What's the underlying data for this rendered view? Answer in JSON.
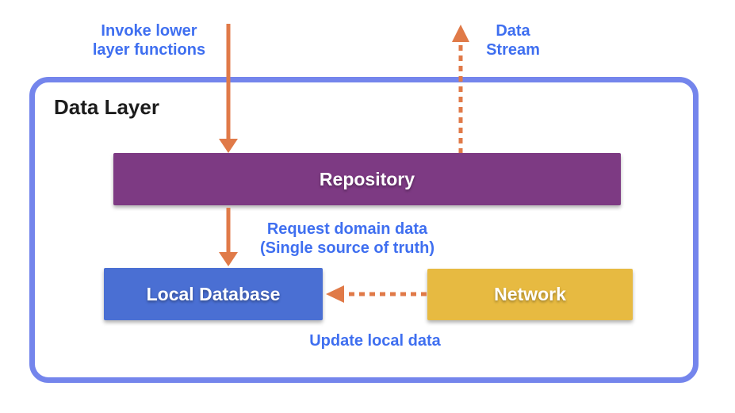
{
  "diagram": {
    "title": "Data Layer",
    "colors": {
      "container_border": "#7485ec",
      "repository_fill": "#7d3a83",
      "local_database_fill": "#4a6fd3",
      "network_fill": "#e7ba41",
      "arrow": "#e07a48",
      "annotation_text": "#3f6ff0",
      "node_text": "#ffffff",
      "title_text": "#1c1c1c"
    },
    "nodes": {
      "repository": "Repository",
      "local_database": "Local Database",
      "network": "Network"
    },
    "annotations": {
      "invoke_line1": "Invoke lower",
      "invoke_line2": "layer functions",
      "stream_line1": "Data",
      "stream_line2": "Stream",
      "request_line1": "Request domain data",
      "request_line2": "(Single source of truth)",
      "update": "Update local data"
    },
    "arrows": [
      {
        "name": "invoke-arrow-down",
        "style": "solid",
        "from": "outside-top",
        "to": "repository"
      },
      {
        "name": "data-stream-arrow-up",
        "style": "dashed",
        "from": "repository",
        "to": "outside-top"
      },
      {
        "name": "request-arrow-down",
        "style": "solid",
        "from": "repository",
        "to": "local_database"
      },
      {
        "name": "update-arrow-left",
        "style": "dashed",
        "from": "network",
        "to": "local_database"
      }
    ]
  }
}
